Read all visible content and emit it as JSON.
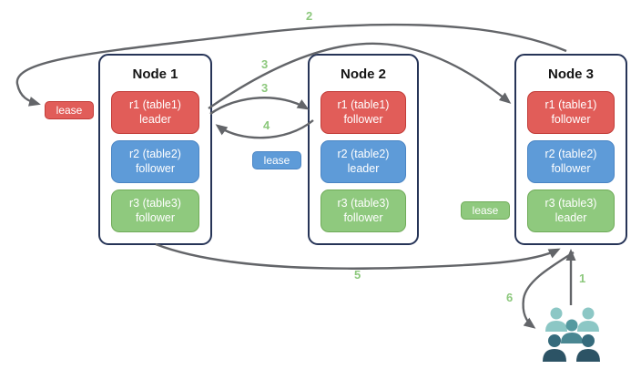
{
  "colors": {
    "node_border": "#263457",
    "red_fill": "#e15d59",
    "red_border": "#c23c38",
    "blue_fill": "#5e9bd8",
    "blue_border": "#4a85c4",
    "green_fill": "#8fc97e",
    "green_border": "#6fab58",
    "arrow": "#636569",
    "step_label": "#8cc87c",
    "users_light": "#8cc7c5",
    "users_mid_head": "#54999f",
    "users_mid_body": "#4a8792",
    "users_dark_head": "#366b7c",
    "users_dark_body": "#2c5365"
  },
  "nodes": [
    {
      "title": "Node 1",
      "replicas": [
        {
          "line1": "r1 (table1)",
          "line2": "leader"
        },
        {
          "line1": "r2 (table2)",
          "line2": "follower"
        },
        {
          "line1": "r3 (table3)",
          "line2": "follower"
        }
      ]
    },
    {
      "title": "Node 2",
      "replicas": [
        {
          "line1": "r1 (table1)",
          "line2": "follower"
        },
        {
          "line1": "r2 (table2)",
          "line2": "leader"
        },
        {
          "line1": "r3 (table3)",
          "line2": "follower"
        }
      ]
    },
    {
      "title": "Node 3",
      "replicas": [
        {
          "line1": "r1 (table1)",
          "line2": "follower"
        },
        {
          "line1": "r2 (table2)",
          "line2": "follower"
        },
        {
          "line1": "r3 (table3)",
          "line2": "leader"
        }
      ]
    }
  ],
  "leases": [
    {
      "label": "lease",
      "color": "red"
    },
    {
      "label": "lease",
      "color": "blue"
    },
    {
      "label": "lease",
      "color": "green"
    }
  ],
  "steps": [
    {
      "label": "1"
    },
    {
      "label": "2"
    },
    {
      "label": "3"
    },
    {
      "label": "3"
    },
    {
      "label": "4"
    },
    {
      "label": "5"
    },
    {
      "label": "6"
    }
  ]
}
